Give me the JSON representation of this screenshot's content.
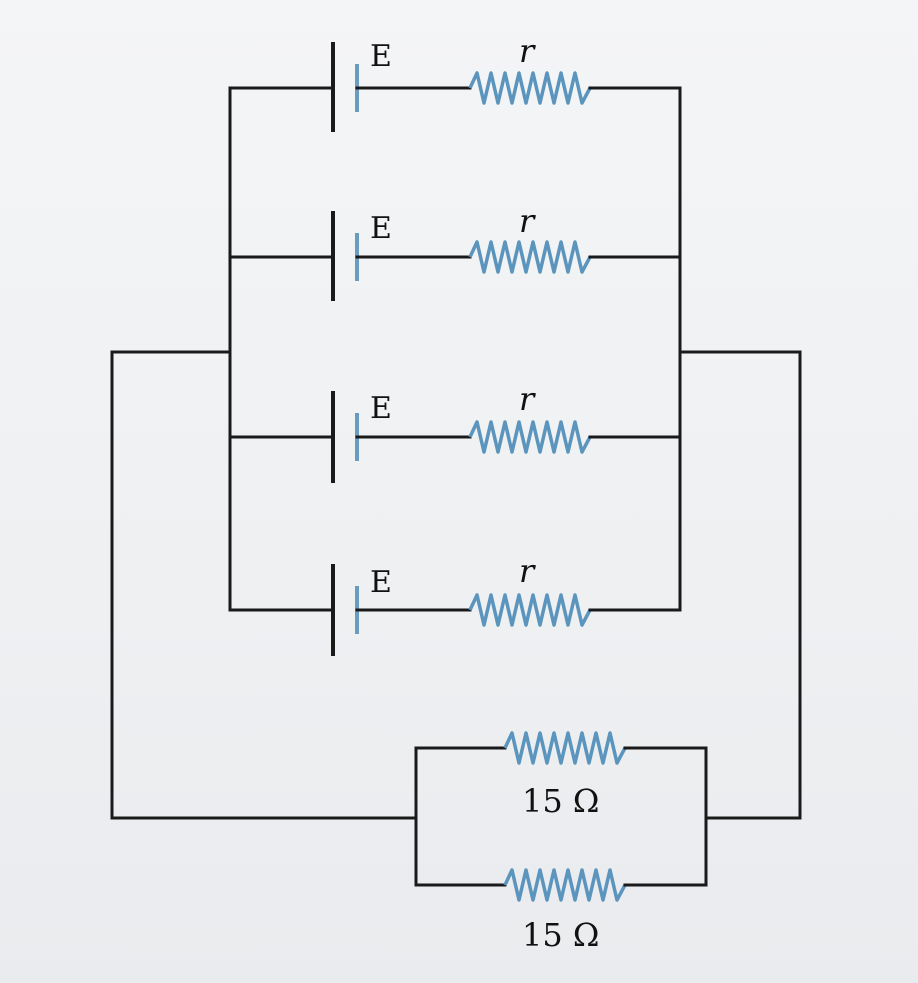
{
  "branches": [
    {
      "emf_label": "E",
      "resistor_label": "r"
    },
    {
      "emf_label": "E",
      "resistor_label": "r"
    },
    {
      "emf_label": "E",
      "resistor_label": "r"
    },
    {
      "emf_label": "E",
      "resistor_label": "r"
    }
  ],
  "load_resistors": [
    {
      "label": "15 Ω"
    },
    {
      "label": "15 Ω"
    }
  ],
  "colors": {
    "wire": "#1a1a1a",
    "resistor": "#5b95bd",
    "battery_short_plate": "#6a9cc0"
  }
}
